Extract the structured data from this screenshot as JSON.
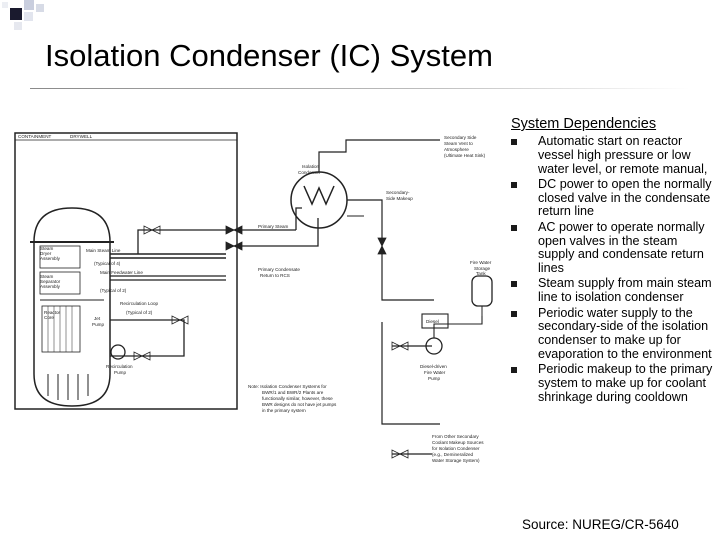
{
  "slide": {
    "title": "Isolation Condenser (IC) System",
    "dependencies_title": "System Dependencies",
    "dependencies": [
      "Automatic start on reactor vessel high pressure or low water level, or remote manual,",
      "DC power to open the normally closed valve in the condensate return line",
      "AC power to operate normally open valves in the steam supply and condensate return lines",
      "Steam supply from main steam line to isolation condenser",
      "Periodic water supply to the secondary-side of the isolation condenser to make up for evaporation to the environment",
      "Periodic makeup to the primary system to make up for coolant shrinkage during cooldown"
    ],
    "source": "Source:  NUREG/CR-5640"
  },
  "diagram": {
    "labels": {
      "containment": "CONTAINMENT",
      "drywell": "DRYWELL",
      "secondary_vent": [
        "Secondary Side",
        "Steam Vent to",
        "Atmosphere",
        "(Ultimate Heat Sink)"
      ],
      "isolation_condenser": [
        "Isolation",
        "Condenser"
      ],
      "secondary_makeup": [
        "Secondary-",
        "Side Makeup"
      ],
      "primary_steam": "Primary Steam",
      "main_steam_line": "Main Steam Line",
      "main_steam_line_note": "(Typical of 4)",
      "primary_condensate": [
        "Primary Condensate",
        "Return to RCS"
      ],
      "steam_dryer": [
        "Steam",
        "Dryer",
        "Assembly"
      ],
      "steam_separator": [
        "Steam",
        "Separator",
        "Assembly"
      ],
      "reactor_core": [
        "Reactor",
        "Core"
      ],
      "main_feedwater_line": "Main Feedwater Line",
      "main_feedwater_note": "(Typical of 2)",
      "recirculation_loop": "Recirculation Loop",
      "recirculation_loop_note": "(Typical of 2)",
      "jet_pump": [
        "Jet",
        "Pump"
      ],
      "recirculation_pump": [
        "Recirculation",
        "Pump"
      ],
      "fire_water_tank": [
        "Fire Water",
        "Storage",
        "Tank"
      ],
      "diesel": "Diesel",
      "fire_water_pump": [
        "Diesel-driven",
        "Fire Water",
        "Pump"
      ],
      "other_sources": [
        "From Other Secondary",
        "Coolant Makeup Sources",
        "for Isolation Condenser",
        "(e.g., Demineralized",
        "Water Storage System)"
      ],
      "note": [
        "Note: Isolation Condenser Systems for",
        "BWR/1 and BWR/2 Plants are",
        "functionally similar, however, these",
        "BWR designs do not have jet pumps",
        "in the primary system"
      ]
    }
  }
}
